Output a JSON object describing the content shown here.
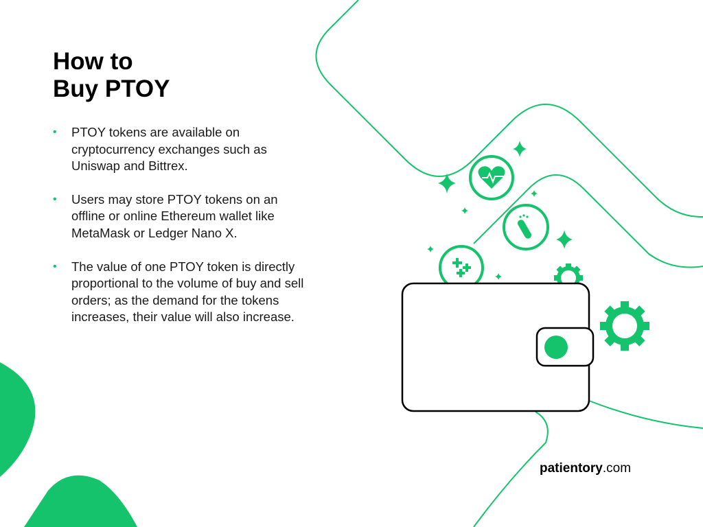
{
  "slide": {
    "title_line1": "How to",
    "title_line2": "Buy PTOY",
    "bullets": [
      "PTOY tokens are available on cryptocurrency exchanges such as Uniswap and Bittrex.",
      "Users may store PTOY tokens on an offline or online Ethereum wallet like MetaMask or Ledger Nano X.",
      "The value of one PTOY token is directly proportional to the volume of buy and sell orders; as the demand for the tokens increases, their value will also increase."
    ],
    "bullet_marker": "•",
    "website_bold": "patientory",
    "website_suffix": ".com"
  },
  "colors": {
    "accent": "#14c36b",
    "text": "#1a1a1a",
    "background": "#ffffff"
  },
  "icons": [
    "heart-pulse-icon",
    "test-tube-icon",
    "medical-crosses-icon",
    "gear-icon",
    "sparkle-icon",
    "wallet-icon"
  ]
}
